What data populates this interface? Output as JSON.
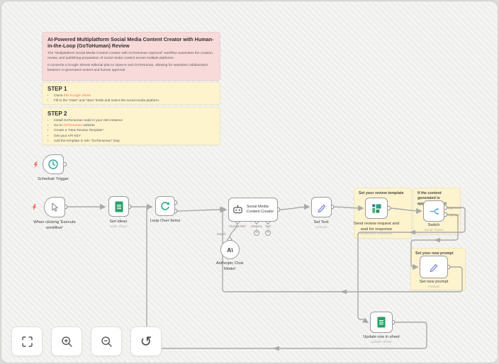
{
  "stickies": {
    "intro": {
      "title": "AI-Powered Multiplatform Social Media Content Creator with Human-in-the-Loop (GoToHuman) Review",
      "p1": "The \"Multiplatform Social Media Content Creator with GoToHuman Approval\" workflow automates the creation, review, and publishing preparation of social media content across multiple platforms.",
      "p2": "It connects a Google Sheets editorial plan to OpenAI and GoToHuman, allowing for seamless collaboration between AI-generated content and human approval."
    },
    "step1": {
      "title": "STEP 1",
      "b1_pre": "Clone ",
      "b1_link": "this Google Sheet",
      "b2": "Fill in the \"Date\" and \"Idea\" fields and select the social media platform."
    },
    "step2": {
      "title": "STEP 2",
      "b1": "Install GoToHuman node in your n8n instance",
      "b2_pre": "Go to ",
      "b2_link": "GoToHuman",
      "b2_post": " website",
      "b3": "Create a \"New Review Template\"",
      "b4": "Get your API KEY",
      "b5": "Add the template in n8n \"GoToHuman\" loop"
    },
    "review": {
      "title": "Set your review template"
    },
    "switch": {
      "title": "If the content generated is approved or not"
    },
    "newprompt": {
      "title": "Set your new prompt"
    }
  },
  "nodes": {
    "schedule": {
      "label": "Schedule Trigger"
    },
    "manual": {
      "label": "When clicking 'Execute workflow'"
    },
    "get_ideas": {
      "label": "Get ideas",
      "sub": "read: sheet"
    },
    "loop": {
      "label": "Loop Over Items"
    },
    "agent": {
      "label_line1": "Social Media",
      "label_line2": "Content Creator",
      "port_chat_model": "Chat Model",
      "port_chat_model_required": "*",
      "port_memory": "Memory",
      "port_tool": "Tool",
      "model_link_label": "Model"
    },
    "anthropic": {
      "label": "Anthropic Chat Model",
      "logo_text": "A\\"
    },
    "set_text": {
      "label": "Set Text",
      "sub": "manual"
    },
    "gotohuman": {
      "label": "Send review request and wait for response",
      "sub": "undefined: undefined"
    },
    "switch": {
      "label": "Switch",
      "sub": "mode: Rules",
      "out_top": "approved",
      "out_bottom": "rejected"
    },
    "set_new_prompt": {
      "label": "Set new prompt",
      "sub": "manual"
    },
    "update_row": {
      "label": "Update row in sheet",
      "sub": "update: sheet"
    }
  },
  "toolbar": {
    "fit_icon": "fit-view-icon",
    "zoom_in_icon": "zoom-in-icon",
    "zoom_out_icon": "zoom-out-icon",
    "undo_icon": "undo-icon",
    "undo_glyph": "↺"
  },
  "icons": {
    "schedule": "clock-icon",
    "manual": "cursor-icon",
    "sheets": "google-sheets-icon",
    "loop": "loop-icon",
    "agent": "robot-icon",
    "anthropic": "anthropic-icon",
    "set": "pencil-icon",
    "gotohuman": "gotohuman-icon",
    "switch": "switch-icon",
    "trigger": "lightning-bolt-icon",
    "plus": "plus-icon"
  },
  "colors": {
    "sticky_pink": "#f9dada",
    "sticky_yellow": "#fdf3cd",
    "link_orange": "#ff6d5a",
    "node_border": "#9b9b9b",
    "connection": "#a9a9a9",
    "sheets_green": "#21a464",
    "loop_teal": "#16a38b",
    "clock_teal": "#2ea394",
    "pencil_indigo": "#7b7be6",
    "switch_blue": "#57a9e8",
    "gotohuman_teal": "#2aa086",
    "trigger_bolt": "#ff6d5a"
  }
}
